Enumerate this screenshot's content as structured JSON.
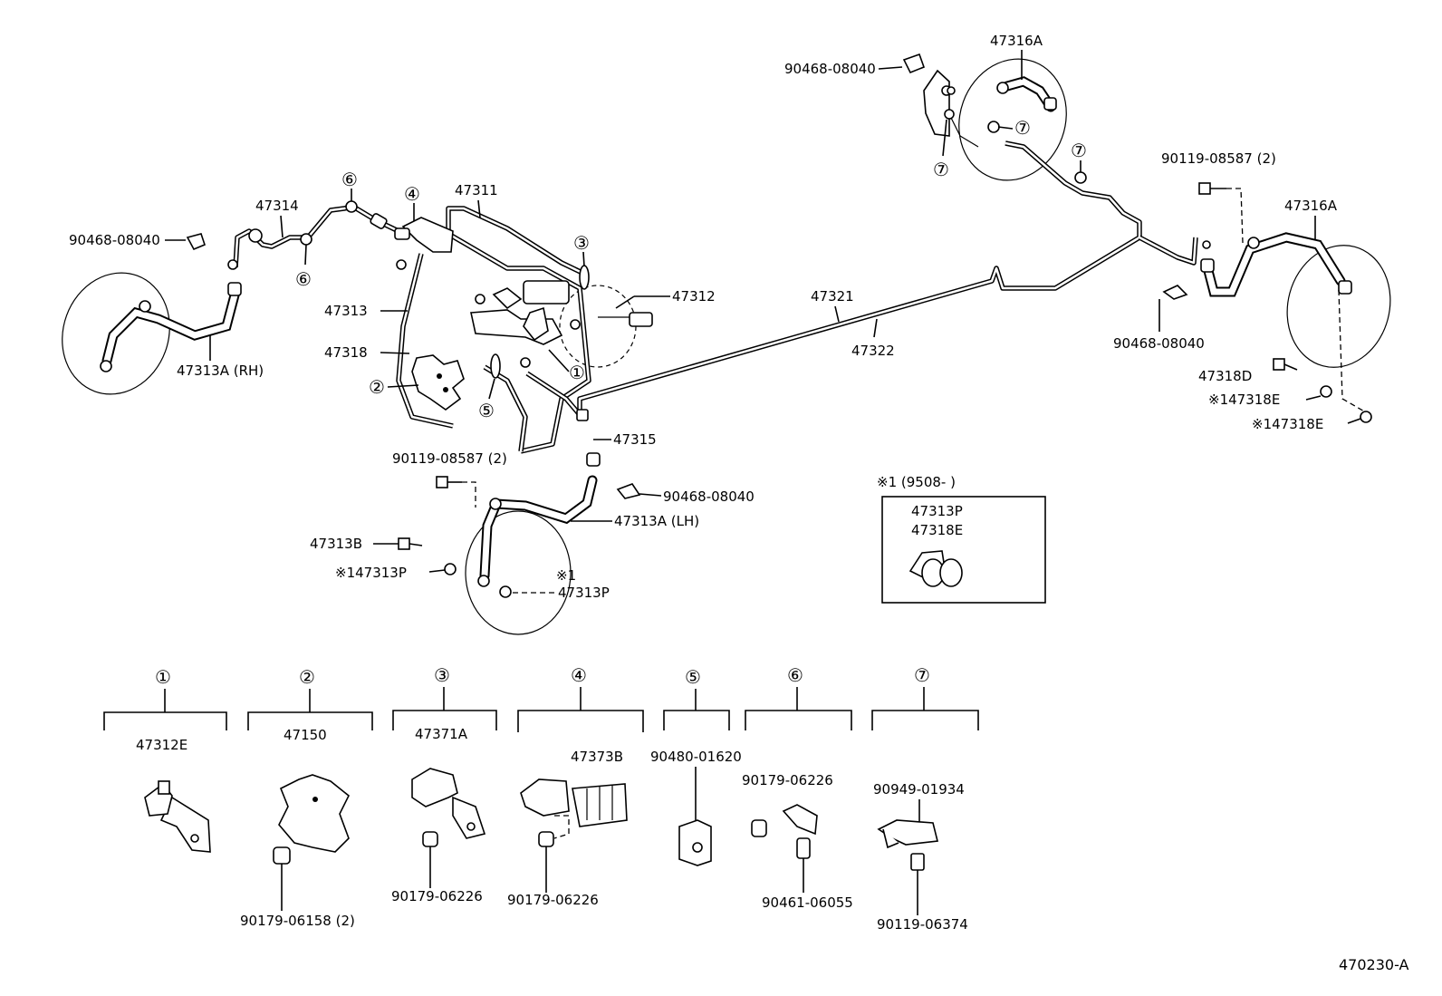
{
  "labels": {
    "p47316A_top": "47316A",
    "p90468_08040_top": "90468-08040",
    "p90119_08587_right": "90119-08587 (2)",
    "p47316A_right": "47316A",
    "p90468_08040_right": "90468-08040",
    "p47318D": "47318D",
    "p147318E_a": "※147318E",
    "p147318E_b": "※147318E",
    "p47321": "47321",
    "p47322": "47322",
    "p47311": "47311",
    "p47314": "47314",
    "p90468_08040_left": "90468-08040",
    "p47313": "47313",
    "p47318": "47318",
    "p47312": "47312",
    "p47313A_RH": "47313A (RH)",
    "p47315": "47315",
    "p90119_08587_left": "90119-08587 (2)",
    "p90468_08040_mid": "90468-08040",
    "p47313A_LH": "47313A (LH)",
    "p47313B": "47313B",
    "p147313P": "※147313P",
    "note_1": "※1",
    "p47313P": "47313P",
    "ref_box_header": "※1 (9508-        )",
    "ref_box_line1": "47313P",
    "ref_box_line2": "47318E"
  },
  "callouts": [
    "①",
    "②",
    "③",
    "④",
    "⑤",
    "⑥",
    "⑦"
  ],
  "detail_groups": [
    {
      "num": "①",
      "parts": [
        "47312E"
      ]
    },
    {
      "num": "②",
      "parts": [
        "47150",
        "90179-06158 (2)"
      ]
    },
    {
      "num": "③",
      "parts": [
        "47371A",
        "90179-06226"
      ]
    },
    {
      "num": "④",
      "parts": [
        "47373B",
        "90179-06226"
      ]
    },
    {
      "num": "⑤",
      "parts": [
        "90480-01620"
      ]
    },
    {
      "num": "⑥",
      "parts": [
        "90179-06226",
        "90461-06055"
      ]
    },
    {
      "num": "⑦",
      "parts": [
        "90949-01934",
        "90119-06374"
      ]
    }
  ],
  "diagram_id": "470230-A",
  "colors": {
    "ink": "#000000",
    "paper": "#ffffff"
  }
}
